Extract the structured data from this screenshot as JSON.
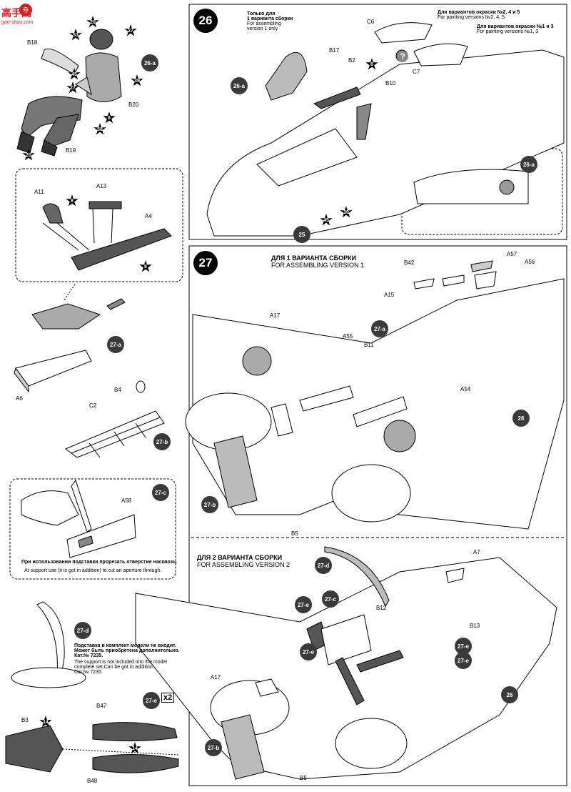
{
  "watermark": {
    "chinese": "高手网",
    "url": "gao-shou.com"
  },
  "colors": {
    "badge_bg": "#3a3a3a",
    "badge_fg": "#ffffff",
    "line": "#000000",
    "shade": "#bdbdbd",
    "dark_part": "#4a4a4a",
    "logo_red": "#d81e1e"
  },
  "pilot": {
    "parts": [
      "B18",
      "B20",
      "B19"
    ],
    "stars": [
      "20",
      "27",
      "53",
      "45",
      "39",
      "27",
      "6",
      "58",
      "20"
    ],
    "circle": "26-a"
  },
  "gun": {
    "parts": [
      "A11",
      "A13",
      "A4"
    ],
    "stars": [
      "8",
      "8"
    ]
  },
  "mount": {
    "part": "A6",
    "circle": "27-a"
  },
  "canopy_c2": {
    "parts": [
      "B4",
      "C2"
    ],
    "circle": "27-b"
  },
  "step_27c": {
    "circle": "27-c",
    "part": "A58",
    "caption_ru": "При использовании подставки прорезать отверстие насквозь.",
    "caption_en": "At support use (it is got in addition) to cut an aperture through."
  },
  "step_27d": {
    "circle": "27-d",
    "caption_ru": [
      "Подставка в комплект модели не входит.",
      "Может быть приобретена дополнительно.",
      "Кат.№ 7235."
    ],
    "caption_en": [
      "The support is not included into the model",
      "complete set.Can be got in addition.",
      "Cat.№ 7235"
    ]
  },
  "step_27e": {
    "circle": "27-e",
    "multiplier": "x2",
    "parts": [
      "B3",
      "B47",
      "B48"
    ],
    "stars": [
      "14",
      "14"
    ]
  },
  "step26": {
    "number": "26",
    "note_ru": [
      "Только для",
      "1 варианта сборки"
    ],
    "note_en": [
      "For assembling",
      "version 1 only"
    ],
    "variant_a_ru": "Для вариантов окраски №2, 4 и 5",
    "variant_a_en": "For painting versions №2, 4, 5",
    "variant_b_ru": "Для вариантов окраски №1 и 3",
    "variant_b_en": "For painting versions №1, 3",
    "parts": [
      "C6",
      "C7",
      "B17",
      "B2",
      "B10"
    ],
    "stars": [
      "8",
      "45",
      "30"
    ],
    "circles": [
      "26-a",
      "25",
      "26-a"
    ]
  },
  "step27": {
    "number": "27",
    "title_ru": "ДЛЯ 1 ВАРИАНТА СБОРКИ",
    "title_en": "FOR ASSEMBLING VERSION 1",
    "parts": [
      "B42",
      "A57",
      "A56",
      "A15",
      "A17",
      "A55",
      "B11",
      "A54",
      "B5"
    ],
    "circles": [
      "27-a",
      "26",
      "27-b"
    ]
  },
  "step27v2": {
    "title_ru": "ДЛЯ 2 ВАРИАНТА СБОРКИ",
    "title_en": "FOR ASSEMBLING VERSION 2",
    "parts": [
      "A7",
      "B12",
      "B13",
      "A17",
      "B5"
    ],
    "circles": [
      "27-d",
      "27-c",
      "27-e",
      "27-e",
      "27-e",
      "27-e",
      "26",
      "27-b"
    ]
  }
}
